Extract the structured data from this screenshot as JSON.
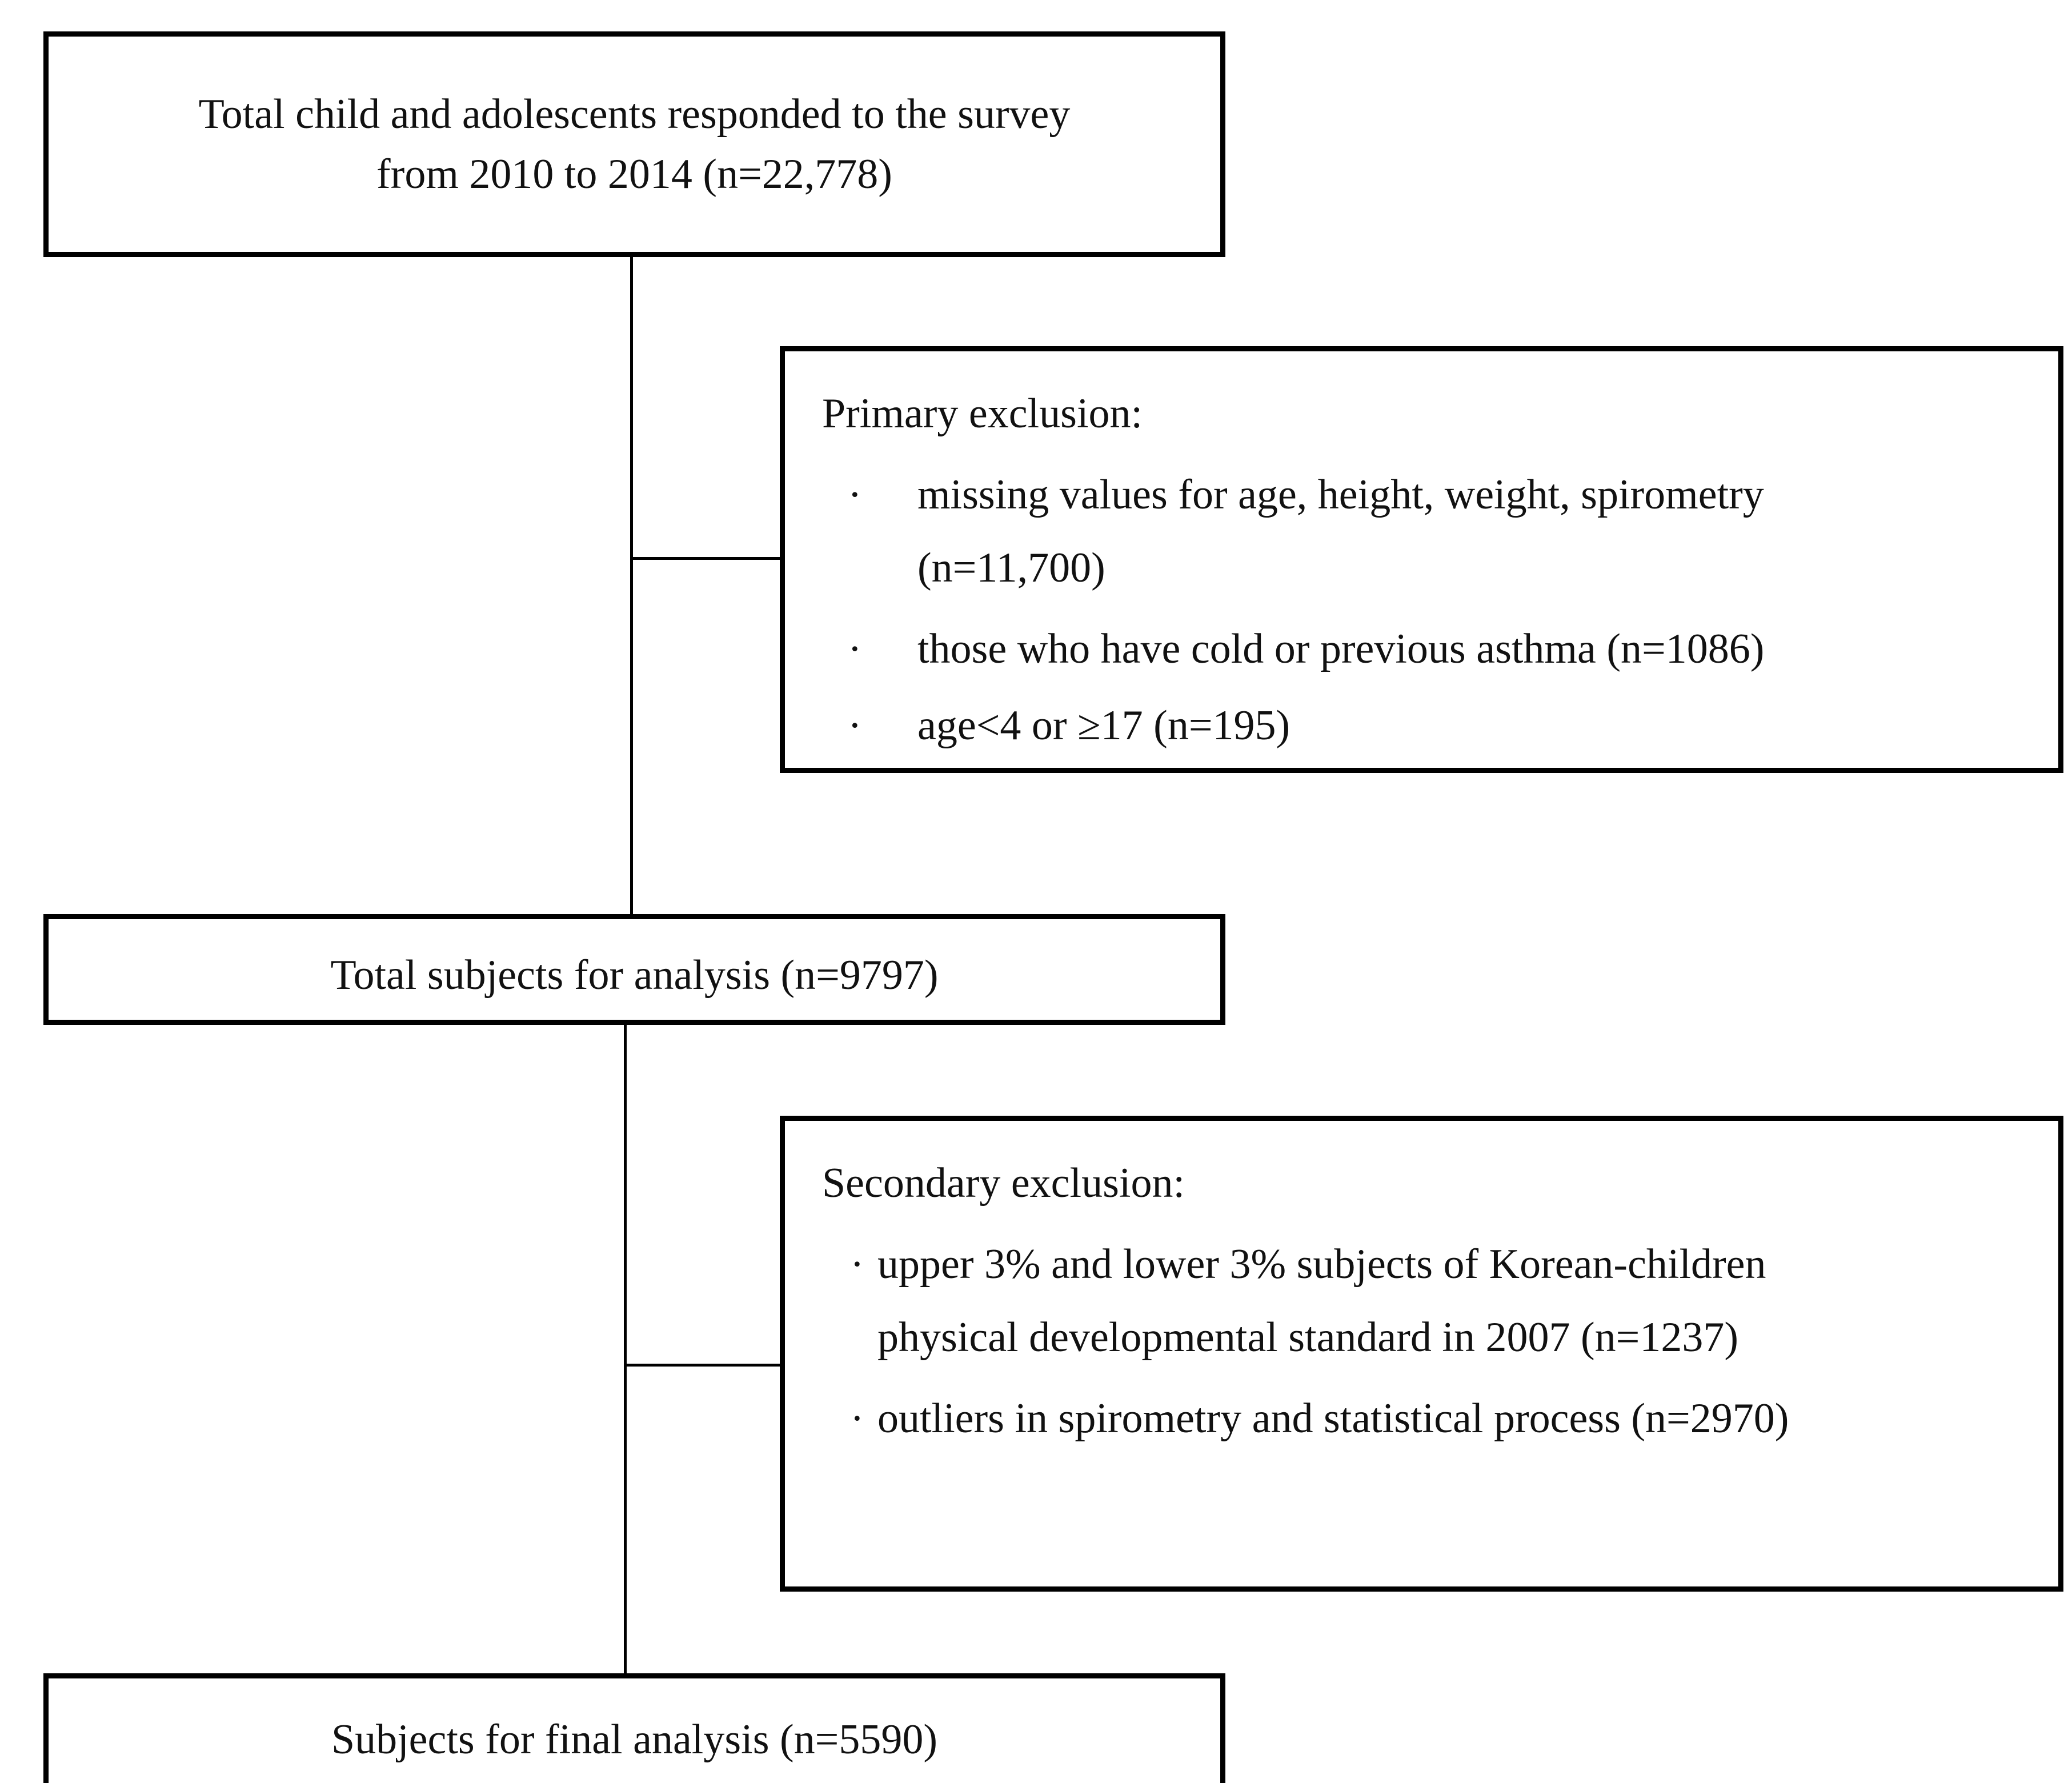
{
  "top_box": {
    "line1": "Total child and adolescents responded to the survey",
    "line2": "from 2010 to 2014 (n=22,778)"
  },
  "primary_box": {
    "heading": "Primary exclusion:",
    "bullet_glyph": "·",
    "items": [
      {
        "line1": "missing values for age, height, weight, spirometry",
        "line2": "(n=11,700)"
      },
      {
        "line1": "those who have cold or previous asthma (n=1086)"
      },
      {
        "line1": "age<4 or ≥17 (n=195)"
      }
    ]
  },
  "total_box": {
    "label": "Total subjects for analysis (n=9797)"
  },
  "secondary_box": {
    "heading": "Secondary exclusion:",
    "bullet_glyph": "·",
    "items": [
      {
        "line1": "upper 3% and lower 3% subjects of Korean-children",
        "line2": "physical developmental standard in 2007 (n=1237)"
      },
      {
        "line1": "outliers in spirometry and statistical process (n=2970)"
      }
    ]
  },
  "final_box": {
    "label": "Subjects for final analysis (n=5590)"
  },
  "colors": {
    "border": "#000000",
    "text": "#111111",
    "background": "#ffffff"
  }
}
